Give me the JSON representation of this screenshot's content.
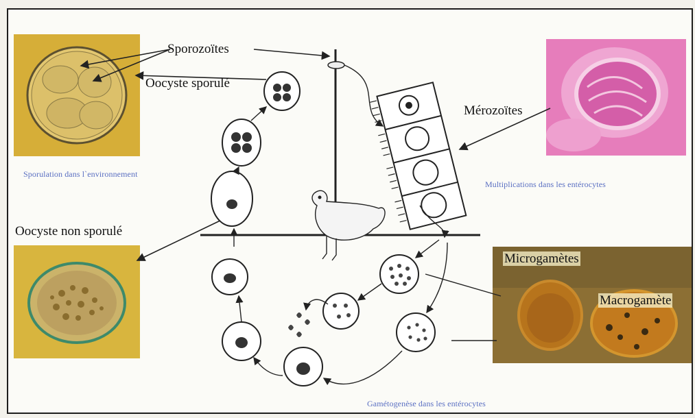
{
  "labels": {
    "sporozoites": "Sporozoïtes",
    "oocyste_sporule": "Oocyste sporulé",
    "merozoites": "Mérozoïtes",
    "oocyste_non_sporule": "Oocyste non sporulé",
    "microgametes": "Microgamètes",
    "macrogamete": "Macrogamète"
  },
  "captions": {
    "sporulation": "Sporulation dans l`environnement",
    "multiplications": "Multiplications dans les entérocytes",
    "gametogenese": "Gamétogenèse dans les entérocytes"
  },
  "colors": {
    "caption_blue": "#5a6fc2",
    "photo_yellow": "#d9b23a",
    "photo_pink": "#e07ab6",
    "photo_brown": "#8a6a2a"
  },
  "icons": [
    "chicken-icon"
  ]
}
